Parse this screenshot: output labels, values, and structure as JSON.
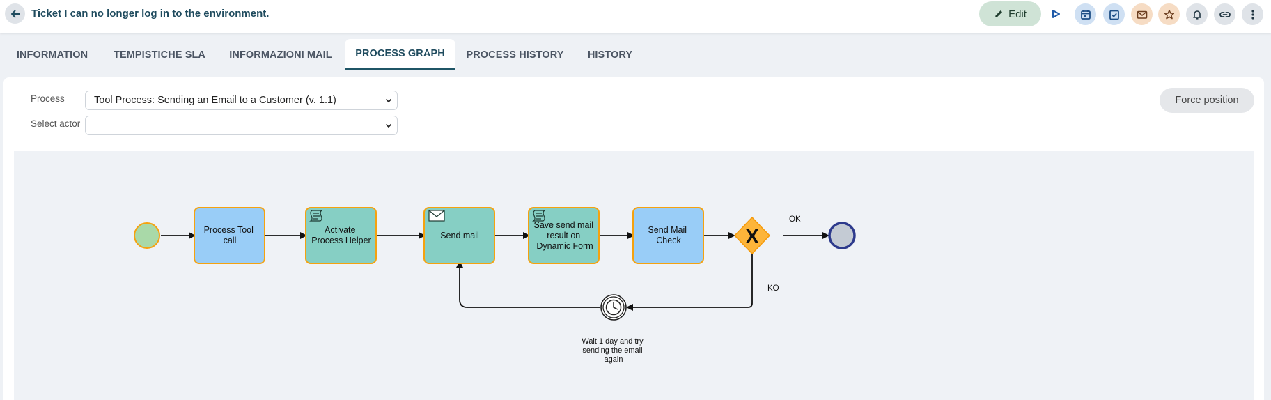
{
  "header": {
    "title": "Ticket I can no longer log in to the environment.",
    "edit_label": "Edit"
  },
  "header_buttons": [
    {
      "name": "calendar-icon",
      "color": "#cfe0f3"
    },
    {
      "name": "task-check-icon",
      "color": "#cfe0f3"
    },
    {
      "name": "mail-icon",
      "color": "#f6dcc4"
    },
    {
      "name": "star-icon",
      "color": "#f6dcc4"
    },
    {
      "name": "bell-icon",
      "color": "#dfe3e8"
    },
    {
      "name": "link-icon",
      "color": "#dfe3e8"
    },
    {
      "name": "more-vertical-icon",
      "color": "#dfe3e8"
    }
  ],
  "tabs": [
    {
      "label": "INFORMATION",
      "active": false
    },
    {
      "label": "TEMPISTICHE SLA",
      "active": false
    },
    {
      "label": "INFORMAZIONI MAIL",
      "active": false
    },
    {
      "label": "PROCESS GRAPH",
      "active": true
    },
    {
      "label": "PROCESS HISTORY",
      "active": false
    },
    {
      "label": "HISTORY",
      "active": false
    }
  ],
  "form": {
    "process_label": "Process",
    "process_value": "Tool Process: Sending an Email to a Customer (v. 1.1)",
    "actor_label": "Select actor",
    "actor_value": ""
  },
  "force_position_label": "Force position",
  "diagram": {
    "tasks": [
      {
        "id": "process-tool-call",
        "lines": [
          "Process Tool",
          "call"
        ],
        "fill": "#99cdf7",
        "icon": "none"
      },
      {
        "id": "activate-process-helper",
        "lines": [
          "Activate",
          "Process Helper"
        ],
        "fill": "#86cfc4",
        "icon": "script"
      },
      {
        "id": "send-mail",
        "lines": [
          "Send mail"
        ],
        "fill": "#86cfc4",
        "icon": "envelope"
      },
      {
        "id": "save-send-mail-result",
        "lines": [
          "Save send mail",
          "result on",
          "Dynamic Form"
        ],
        "fill": "#86cfc4",
        "icon": "script"
      },
      {
        "id": "send-mail-check",
        "lines": [
          "Send Mail",
          "Check"
        ],
        "fill": "#99cdf7",
        "icon": "none"
      }
    ],
    "gateway_symbol": "X",
    "flow_ok": "OK",
    "flow_ko": "KO",
    "timer_label": [
      "Wait 1 day and try",
      "sending the email",
      "again"
    ],
    "colors": {
      "task_border": "#f5a20f",
      "start_fill": "#a9d9a8",
      "end_fill": "#c4cbd4",
      "end_border": "#2d3a8c",
      "gateway_fill": "#fdb53a"
    }
  }
}
